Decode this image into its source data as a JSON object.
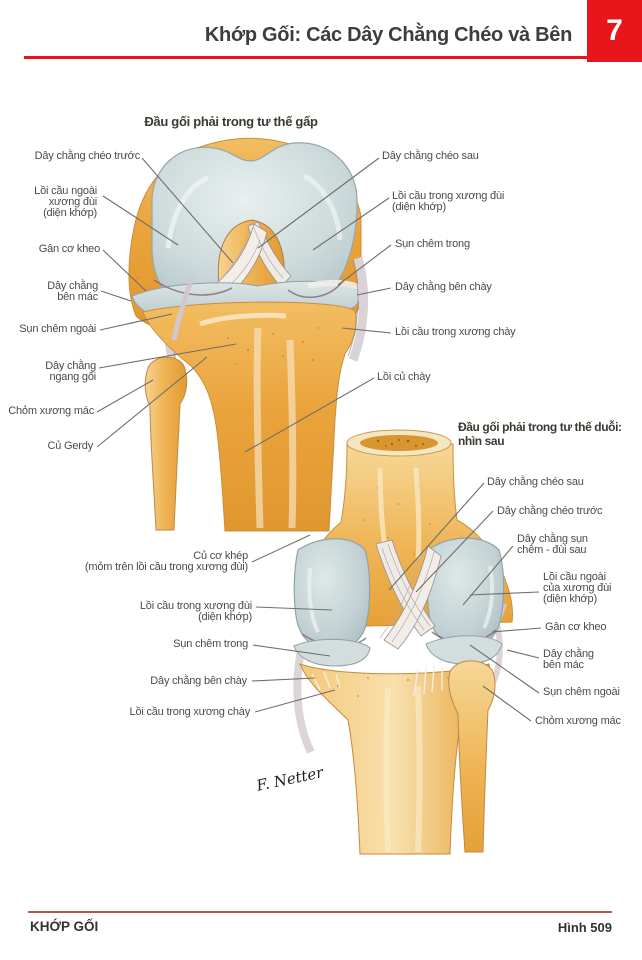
{
  "header": {
    "title": "Khớp Gối: Các Dây Chằng Chéo và Bên",
    "page_number": "7"
  },
  "fig1": {
    "title": "Đầu gối phải trong tư thế gấp",
    "labels_left": [
      "Dây chằng chéo trước",
      "Lồi cầu ngoài\nxương đùi\n(diện khớp)",
      "Gân cơ kheo",
      "Dây chằng\nbên mác",
      "Sụn chêm ngoài",
      "Dây chằng\nngang gối",
      "Chỏm xương mác",
      "Củ Gerdy"
    ],
    "labels_right": [
      "Dây chằng chéo sau",
      "Lồi cầu trong xương đùi\n(diện khớp)",
      "Sụn chêm trong",
      "Dây chằng bên chày",
      "Lồi cầu trong xương chày",
      "Lồi củ chày"
    ]
  },
  "fig2": {
    "title": "Đầu gối phải trong tư thế duỗi:\nnhìn sau",
    "labels_left": [
      "Củ cơ khép\n(mỏm trên lồi cầu trong xương đùi)",
      "Lồi cầu trong xương đùi\n(diện khớp)",
      "Sụn chêm trong",
      "Dây chằng bên chày",
      "Lồi cầu trong xương chày"
    ],
    "labels_right": [
      "Dây chằng chéo sau",
      "Dây chằng chéo trước",
      "Dây chằng sụn\nchêm - đùi sau",
      "Lồi cầu ngoài\ncủa xương đùi\n(diện khớp)",
      "Gân cơ kheo",
      "Dây chằng\nbên mác",
      "Sụn chêm ngoài",
      "Chỏm xương mác"
    ]
  },
  "signature": "F. Netter",
  "footer": {
    "left": "KHỚP GỐI",
    "right": "Hình 509"
  },
  "colors": {
    "accent_red": "#e8161b",
    "bone": "#eda93f",
    "cartilage": "#c9d6d8",
    "ligament": "#ece7e2",
    "footer_rule": "#b2583b",
    "label_text": "#4b4b45"
  }
}
